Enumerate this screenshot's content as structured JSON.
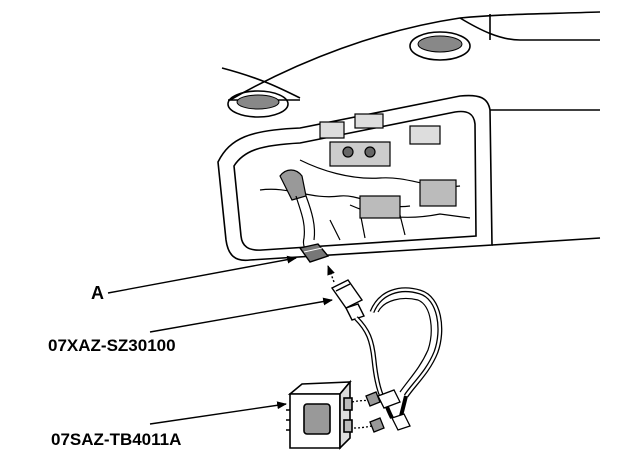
{
  "callouts": {
    "a": "A",
    "harness": "07XAZ-SZ30100",
    "unit": "07SAZ-TB4011A"
  }
}
